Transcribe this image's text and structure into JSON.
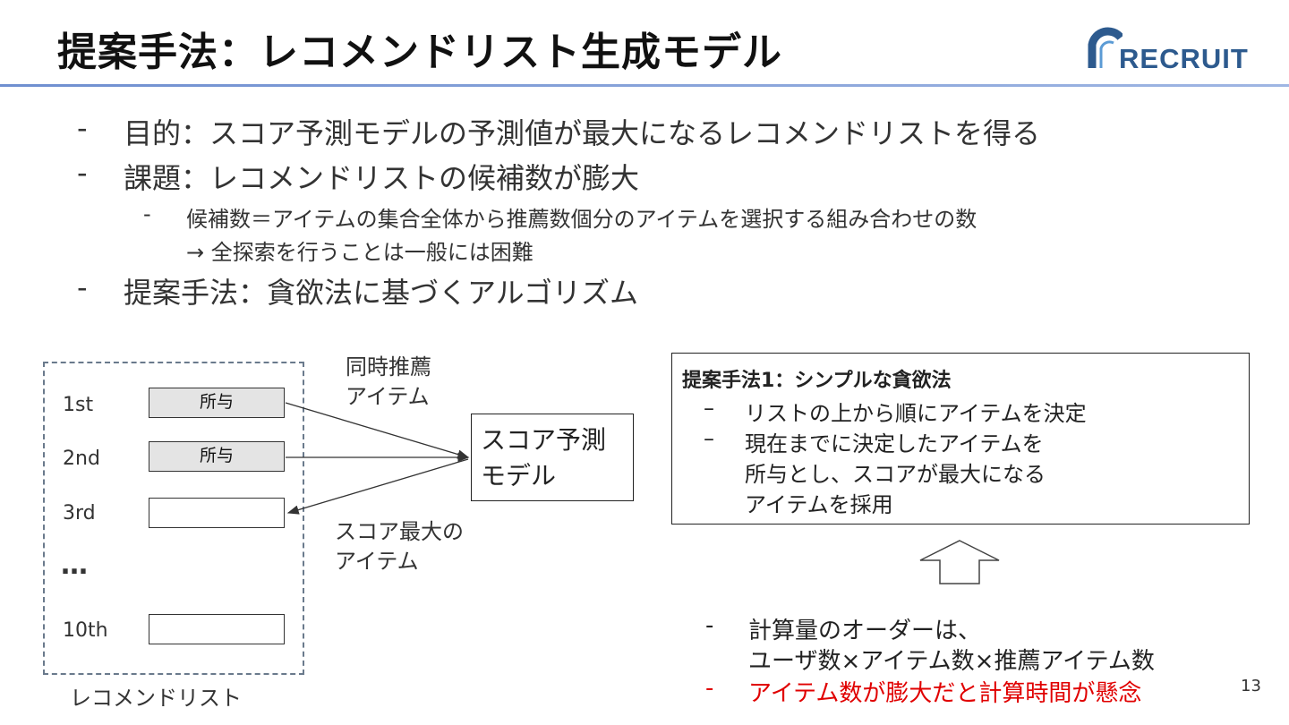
{
  "slide": {
    "title": "提案手法：レコメンドリスト生成モデル",
    "logo_text": "RECRUIT",
    "page_number": "13"
  },
  "bullets": [
    {
      "dash": "-",
      "text": "目的：スコア予測モデルの予測値が最大になるレコメンドリストを得る"
    },
    {
      "dash": "-",
      "text": "課題：レコメンドリストの候補数が膨大"
    },
    {
      "dash": "-",
      "text": "提案手法：貪欲法に基づくアルゴリズム"
    }
  ],
  "sub_bullet": {
    "dash": "-",
    "line1": "候補数＝アイテムの集合全体から推薦数個分のアイテムを選択する組み合わせの数",
    "line2": "→ 全探索を行うことは一般には困難"
  },
  "diagram": {
    "ranks": [
      "1st",
      "2nd",
      "3rd",
      "…",
      "10th"
    ],
    "slot_label": "所与",
    "list_caption": "レコメンドリスト",
    "co_items_label": [
      "同時推薦",
      "アイテム"
    ],
    "max_item_label": [
      "スコア最大の",
      "アイテム"
    ],
    "model_label": [
      "スコア予測",
      "モデル"
    ]
  },
  "method_box": {
    "heading": "提案手法1：シンプルな貪欲法",
    "items": [
      {
        "dash": "–",
        "text": "リストの上から順にアイテムを決定"
      },
      {
        "dash": "–",
        "text": "現在までに決定したアイテムを"
      },
      {
        "dash": "",
        "text": "所与とし、スコアが最大になる"
      },
      {
        "dash": "",
        "text": "アイテムを採用"
      }
    ]
  },
  "bottom_notes": {
    "dash": "-",
    "line1": "計算量のオーダーは、",
    "line2": "ユーザ数×アイテム数×推薦アイテム数",
    "red_line": "アイテム数が膨大だと計算時間が懸念"
  },
  "colors": {
    "accent_rule": "#7b98d6",
    "logo_blue": "#2d5a8e",
    "warning_red": "#e00000",
    "slot_fill": "#e4e4e4"
  }
}
